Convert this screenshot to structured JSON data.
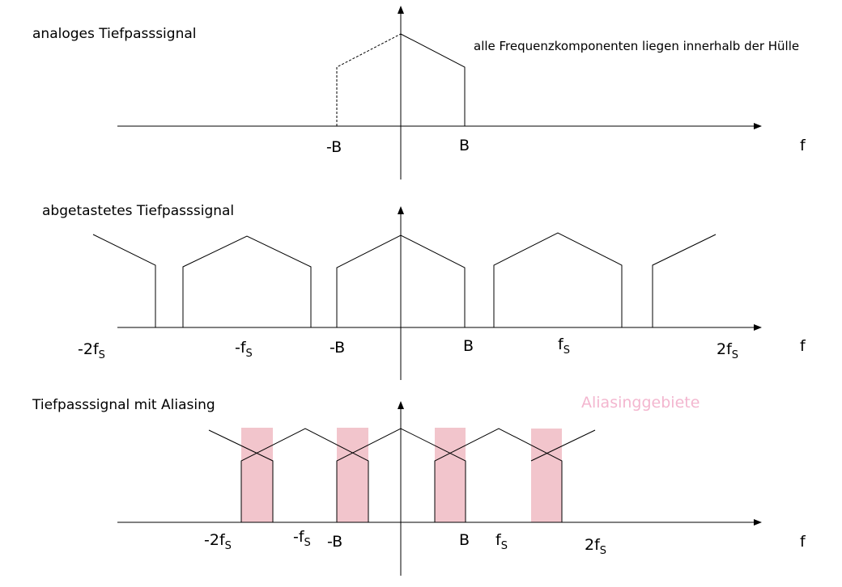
{
  "panels": {
    "top": {
      "title": "analoges Tiefpasssignal",
      "note": "alle Frequenzkomponenten liegen innerhalb der Hülle",
      "labels": {
        "neg_b": "-B",
        "b": "B",
        "f": "f"
      }
    },
    "middle": {
      "title": "abgetastetes Tiefpasssignal",
      "labels": {
        "neg_2fs_base": "-2f",
        "neg_2fs_sub": "S",
        "neg_fs_base": "-f",
        "neg_fs_sub": "S",
        "neg_b": "-B",
        "b": "B",
        "fs_base": "f",
        "fs_sub": "S",
        "two_fs_base": "2f",
        "two_fs_sub": "S",
        "f": "f"
      }
    },
    "bottom": {
      "title": "Tiefpasssignal mit Aliasing",
      "alias_label": "Aliasinggebiete",
      "labels": {
        "neg_2fs_base": "-2f",
        "neg_2fs_sub": "S",
        "neg_fs_base": "-f",
        "neg_fs_sub": "S",
        "neg_b": "-B",
        "b": "B",
        "fs_base": "f",
        "fs_sub": "S",
        "two_fs_base": "2f",
        "two_fs_sub": "S",
        "f": "f"
      }
    }
  },
  "colors": {
    "alias_zone": "#f2c5cc",
    "alias_text": "#f3b6cf",
    "line": "#000000"
  }
}
